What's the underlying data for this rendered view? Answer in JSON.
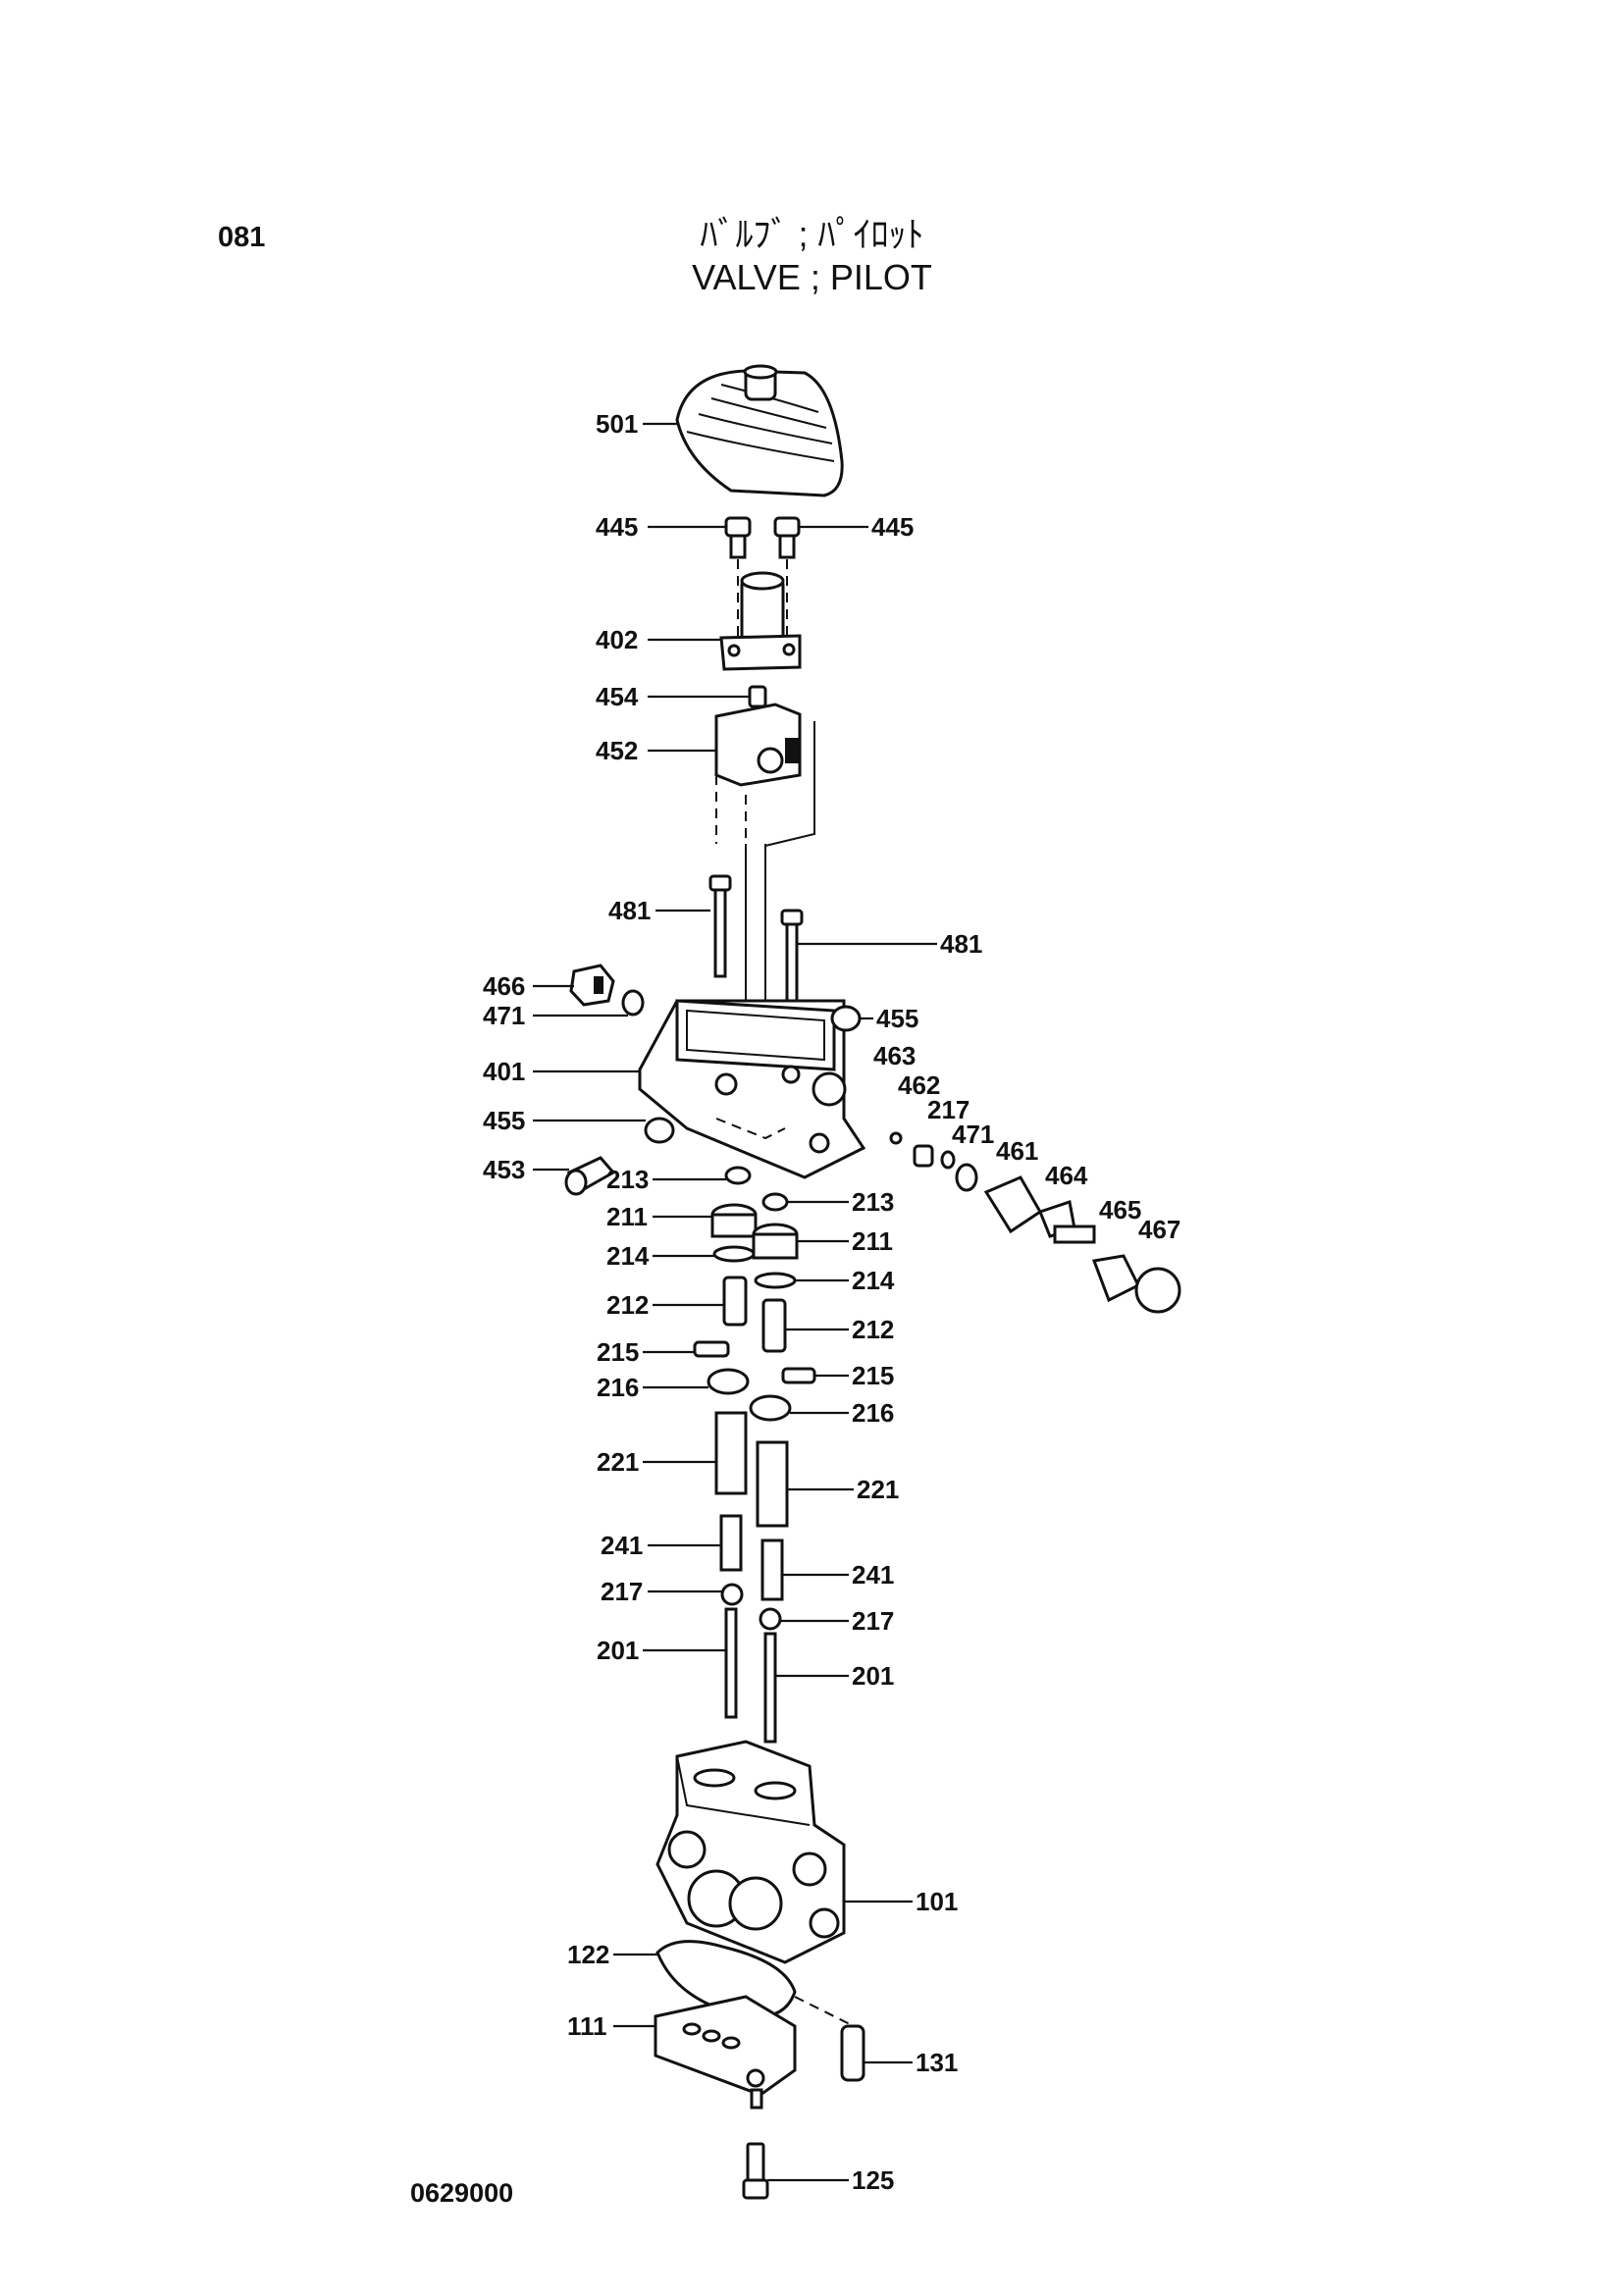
{
  "header": {
    "page_number": "081",
    "title_japanese": "ﾊﾞﾙﾌﾞ ; ﾊﾟｲﾛｯﾄ",
    "title_english": "VALVE ; PILOT"
  },
  "footer": {
    "drawing_number": "0629000"
  },
  "diagram": {
    "callouts": [
      {
        "id": "c501",
        "label": "501"
      },
      {
        "id": "c445a",
        "label": "445"
      },
      {
        "id": "c445b",
        "label": "445"
      },
      {
        "id": "c402",
        "label": "402"
      },
      {
        "id": "c454",
        "label": "454"
      },
      {
        "id": "c452",
        "label": "452"
      },
      {
        "id": "c481a",
        "label": "481"
      },
      {
        "id": "c481b",
        "label": "481"
      },
      {
        "id": "c466",
        "label": "466"
      },
      {
        "id": "c471a",
        "label": "471"
      },
      {
        "id": "c455a",
        "label": "455"
      },
      {
        "id": "c401",
        "label": "401"
      },
      {
        "id": "c463",
        "label": "463"
      },
      {
        "id": "c462",
        "label": "462"
      },
      {
        "id": "c217a",
        "label": "217"
      },
      {
        "id": "c471b",
        "label": "471"
      },
      {
        "id": "c461",
        "label": "461"
      },
      {
        "id": "c464",
        "label": "464"
      },
      {
        "id": "c465",
        "label": "465"
      },
      {
        "id": "c467",
        "label": "467"
      },
      {
        "id": "c455b",
        "label": "455"
      },
      {
        "id": "c453",
        "label": "453"
      },
      {
        "id": "c213a",
        "label": "213"
      },
      {
        "id": "c213b",
        "label": "213"
      },
      {
        "id": "c211a",
        "label": "211"
      },
      {
        "id": "c211b",
        "label": "211"
      },
      {
        "id": "c214a",
        "label": "214"
      },
      {
        "id": "c214b",
        "label": "214"
      },
      {
        "id": "c212a",
        "label": "212"
      },
      {
        "id": "c212b",
        "label": "212"
      },
      {
        "id": "c215a",
        "label": "215"
      },
      {
        "id": "c215b",
        "label": "215"
      },
      {
        "id": "c216a",
        "label": "216"
      },
      {
        "id": "c216b",
        "label": "216"
      },
      {
        "id": "c221a",
        "label": "221"
      },
      {
        "id": "c221b",
        "label": "221"
      },
      {
        "id": "c241a",
        "label": "241"
      },
      {
        "id": "c241b",
        "label": "241"
      },
      {
        "id": "c217b",
        "label": "217"
      },
      {
        "id": "c217c",
        "label": "217"
      },
      {
        "id": "c201a",
        "label": "201"
      },
      {
        "id": "c201b",
        "label": "201"
      },
      {
        "id": "c101",
        "label": "101"
      },
      {
        "id": "c122",
        "label": "122"
      },
      {
        "id": "c111",
        "label": "111"
      },
      {
        "id": "c131",
        "label": "131"
      },
      {
        "id": "c125",
        "label": "125"
      }
    ]
  }
}
